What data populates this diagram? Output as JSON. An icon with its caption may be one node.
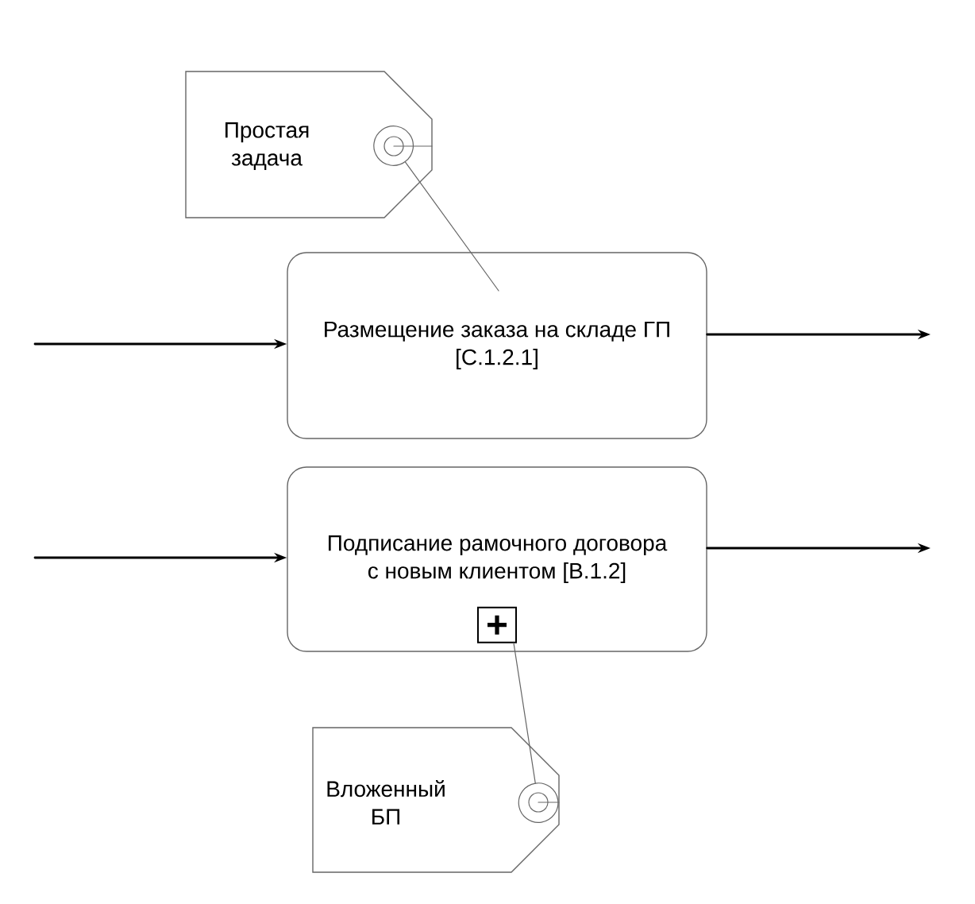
{
  "diagram": {
    "nodes": [
      {
        "text": [
          "Простая задача"
        ]
      },
      {
        "text": [
          "Размещение заказа на складе ГП [C.1.2.1]"
        ]
      },
      {
        "text": [
          "Подписание рамочного договора с новым клиентом [B.1.2]"
        ]
      },
      {
        "text": [
          "Вложенный БП"
        ]
      },
      {
        "text": [],
        "shape": "box",
        "in": 2
      }
    ],
    "edges": [
      {
        "from": null,
        "to": 1,
        "arrow": "to"
      },
      {
        "from": 1,
        "to": null,
        "arrow": "to"
      },
      {
        "from": null,
        "to": 2,
        "arrow": "to"
      },
      {
        "from": 2,
        "to": null,
        "arrow": "to"
      },
      {
        "from": 0,
        "to": 1,
        "arrow": "other",
        "color": "#666666"
      },
      {
        "from": 3,
        "to": 4,
        "arrow": "other",
        "color": "#666666"
      }
    ]
  }
}
